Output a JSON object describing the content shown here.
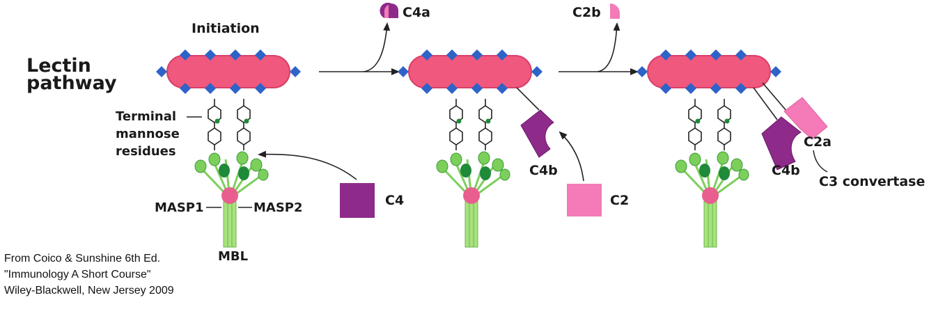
{
  "title": "Lectin pathway",
  "stage_label": "Initiation",
  "labels": {
    "terminal_mannose_1": "Terminal",
    "terminal_mannose_2": "mannose",
    "terminal_mannose_3": "residues",
    "masp1": "MASP1",
    "masp2": "MASP2",
    "mbl": "MBL",
    "c4": "C4",
    "c4a": "C4a",
    "c4b_1": "C4b",
    "c2": "C2",
    "c2b": "C2b",
    "c2a": "C2a",
    "c4b_2": "C4b",
    "c3_convertase": "C3 convertase"
  },
  "citation": {
    "line1": "From Coico & Sunshine 6th Ed.",
    "line2": "\"Immunology A Short Course\"",
    "line3": "Wiley-Blackwell, New Jersey 2009"
  },
  "colors": {
    "microbe": "#f0587e",
    "microbe_edge": "#d8406a",
    "spike": "#2e63c8",
    "c4": "#8e2a8a",
    "c2": "#f47ab8",
    "mbl_green": "#7ccf5a",
    "mbl_dark": "#1f8a3a",
    "masp": "#e85f8f"
  }
}
